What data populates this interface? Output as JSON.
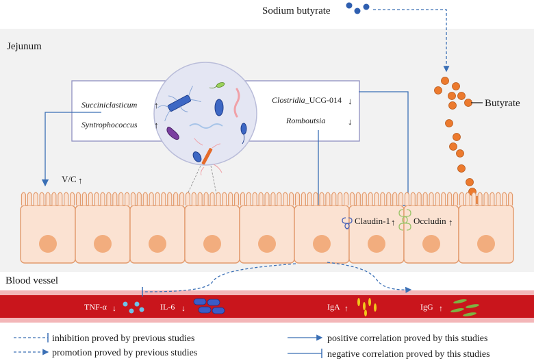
{
  "top": {
    "sodium_butyrate": "Sodium butyrate",
    "butyrate": "Butyrate"
  },
  "regions": {
    "jejunum": "Jejunum",
    "blood_vessel": "Blood vessel"
  },
  "bacteria_left": {
    "items": [
      {
        "name": "Succiniclasticum",
        "trend": "↑"
      },
      {
        "name": "Syntrophococcus",
        "trend": "↑"
      }
    ]
  },
  "bacteria_right": {
    "items": [
      {
        "name_italic": "Clostridia",
        "name_suffix": "_UCG-014",
        "trend": "↓"
      },
      {
        "name_italic": "Romboutsia",
        "name_suffix": "",
        "trend": "↓"
      }
    ]
  },
  "villus": {
    "label": "V/C",
    "trend": "↑"
  },
  "junctions": {
    "claudin": {
      "label": "Claudin-1",
      "trend": "↑"
    },
    "occludin": {
      "label": "Occludin",
      "trend": "↑"
    }
  },
  "blood": {
    "tnf": {
      "label": "TNF-α",
      "trend": "↓"
    },
    "il6": {
      "label": "IL-6",
      "trend": "↓"
    },
    "iga": {
      "label": "IgA",
      "trend": "↑"
    },
    "igg": {
      "label": "IgG",
      "trend": "↑"
    }
  },
  "legend": {
    "inhibition_prev": "inhibition proved by previous studies",
    "promotion_prev": "promotion proved by previous studies",
    "positive_this": "positive correlation proved by this studies",
    "negative_this": "negative correlation proved by this studies"
  },
  "colors": {
    "line_blue": "#3a6fb5",
    "cell_fill": "#fbe2d2",
    "cell_stroke": "#e29a6c",
    "nucleus": "#f2ad7e",
    "butyrate_dot": "#ec7a2e",
    "sodium_dot": "#2f5fb0",
    "blood_red": "#c9151c",
    "blood_pink": "#f3b6b8",
    "jejunum_bg": "#f2f2f2",
    "microbe_circle": "#e4e6f3"
  }
}
